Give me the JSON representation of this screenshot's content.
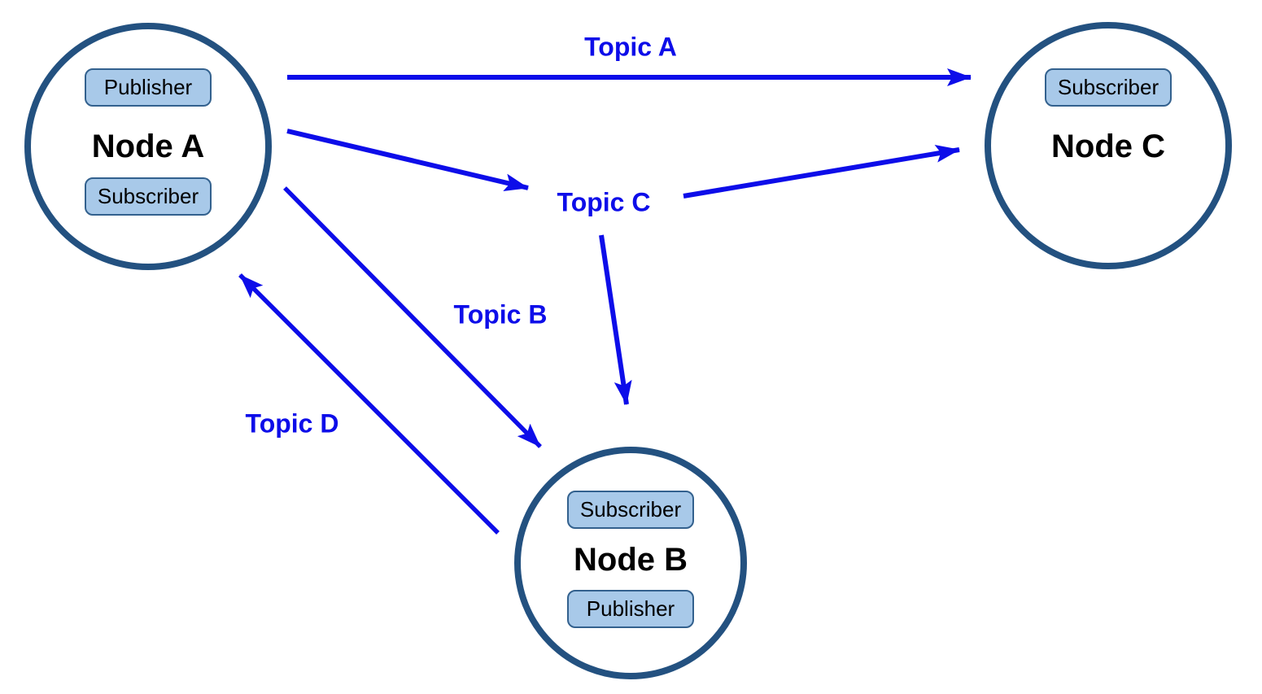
{
  "diagram": {
    "colors": {
      "arrow": "#0d0de9",
      "node_border": "#235180",
      "badge_fill": "#a8c9e9",
      "badge_border": "#33618e",
      "node_text": "#000000",
      "bg": "#ffffff"
    },
    "nodes": [
      {
        "id": "node-a",
        "title": "Node A",
        "badges": [
          {
            "label": "Publisher"
          },
          {
            "label": "Subscriber"
          }
        ]
      },
      {
        "id": "node-c",
        "title": "Node C",
        "badges": [
          {
            "label": "Subscriber"
          }
        ]
      },
      {
        "id": "node-b",
        "title": "Node B",
        "badges": [
          {
            "label": "Subscriber"
          },
          {
            "label": "Publisher"
          }
        ]
      }
    ],
    "topics": {
      "a": {
        "label": "Topic A"
      },
      "b": {
        "label": "Topic B"
      },
      "c": {
        "label": "Topic C"
      },
      "d": {
        "label": "Topic D"
      }
    },
    "edges": [
      {
        "from": "Node A",
        "to": "Node C",
        "via_label": "Topic A"
      },
      {
        "from": "Node A",
        "to": "Topic C",
        "via_label": ""
      },
      {
        "from": "Topic C",
        "to": "Node C",
        "via_label": ""
      },
      {
        "from": "Topic C",
        "to": "Node B",
        "via_label": ""
      },
      {
        "from": "Node A",
        "to": "Node B",
        "via_label": "Topic B"
      },
      {
        "from": "Node B",
        "to": "Node A",
        "via_label": "Topic D"
      }
    ]
  }
}
